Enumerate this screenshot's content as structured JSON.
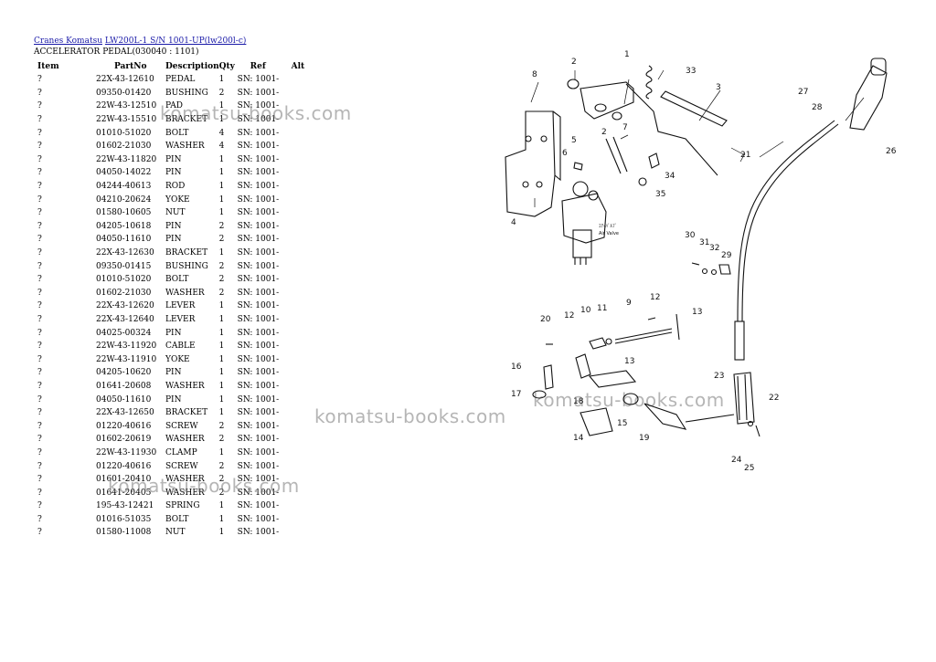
{
  "breadcrumb": {
    "links": [
      "Cranes Komatsu",
      "LW200L-1 S/N 1001-UP(lw200l-c)"
    ]
  },
  "subtitle": "ACCELERATOR PEDAL(030040 : 1101)",
  "table": {
    "headers": [
      "Item",
      "PartNo",
      "Description",
      "Qty",
      "Ref",
      "Alt"
    ],
    "rows": [
      [
        "?",
        "22X-43-12610",
        "PEDAL",
        "1",
        "SN: 1001-",
        ""
      ],
      [
        "?",
        "09350-01420",
        "BUSHING",
        "2",
        "SN: 1001-",
        ""
      ],
      [
        "?",
        "22W-43-12510",
        "PAD",
        "1",
        "SN: 1001-",
        ""
      ],
      [
        "?",
        "22W-43-15510",
        "BRACKET",
        "1",
        "SN: 1001-",
        ""
      ],
      [
        "?",
        "01010-51020",
        "BOLT",
        "4",
        "SN: 1001-",
        ""
      ],
      [
        "?",
        "01602-21030",
        "WASHER",
        "4",
        "SN: 1001-",
        ""
      ],
      [
        "?",
        "22W-43-11820",
        "PIN",
        "1",
        "SN: 1001-",
        ""
      ],
      [
        "?",
        "04050-14022",
        "PIN",
        "1",
        "SN: 1001-",
        ""
      ],
      [
        "?",
        "04244-40613",
        "ROD",
        "1",
        "SN: 1001-",
        ""
      ],
      [
        "?",
        "04210-20624",
        "YOKE",
        "1",
        "SN: 1001-",
        ""
      ],
      [
        "?",
        "01580-10605",
        "NUT",
        "1",
        "SN: 1001-",
        ""
      ],
      [
        "?",
        "04205-10618",
        "PIN",
        "2",
        "SN: 1001-",
        ""
      ],
      [
        "?",
        "04050-11610",
        "PIN",
        "2",
        "SN: 1001-",
        ""
      ],
      [
        "?",
        "22X-43-12630",
        "BRACKET",
        "1",
        "SN: 1001-",
        ""
      ],
      [
        "?",
        "09350-01415",
        "BUSHING",
        "2",
        "SN: 1001-",
        ""
      ],
      [
        "?",
        "01010-51020",
        "BOLT",
        "2",
        "SN: 1001-",
        ""
      ],
      [
        "?",
        "01602-21030",
        "WASHER",
        "2",
        "SN: 1001-",
        ""
      ],
      [
        "?",
        "22X-43-12620",
        "LEVER",
        "1",
        "SN: 1001-",
        ""
      ],
      [
        "?",
        "22X-43-12640",
        "LEVER",
        "1",
        "SN: 1001-",
        ""
      ],
      [
        "?",
        "04025-00324",
        "PIN",
        "1",
        "SN: 1001-",
        ""
      ],
      [
        "?",
        "22W-43-11920",
        "CABLE",
        "1",
        "SN: 1001-",
        ""
      ],
      [
        "?",
        "22W-43-11910",
        "YOKE",
        "1",
        "SN: 1001-",
        ""
      ],
      [
        "?",
        "04205-10620",
        "PIN",
        "1",
        "SN: 1001-",
        ""
      ],
      [
        "?",
        "01641-20608",
        "WASHER",
        "1",
        "SN: 1001-",
        ""
      ],
      [
        "?",
        "04050-11610",
        "PIN",
        "1",
        "SN: 1001-",
        ""
      ],
      [
        "?",
        "22X-43-12650",
        "BRACKET",
        "1",
        "SN: 1001-",
        ""
      ],
      [
        "?",
        "01220-40616",
        "SCREW",
        "2",
        "SN: 1001-",
        ""
      ],
      [
        "?",
        "01602-20619",
        "WASHER",
        "2",
        "SN: 1001-",
        ""
      ],
      [
        "?",
        "22W-43-11930",
        "CLAMP",
        "1",
        "SN: 1001-",
        ""
      ],
      [
        "?",
        "01220-40616",
        "SCREW",
        "2",
        "SN: 1001-",
        ""
      ],
      [
        "?",
        "01601-20410",
        "WASHER",
        "2",
        "SN: 1001-",
        ""
      ],
      [
        "?",
        "01641-20405",
        "WASHER",
        "2",
        "SN: 1001-",
        ""
      ],
      [
        "?",
        "195-43-12421",
        "SPRING",
        "1",
        "SN: 1001-",
        ""
      ],
      [
        "?",
        "01016-51035",
        "BOLT",
        "1",
        "SN: 1001-",
        ""
      ],
      [
        "?",
        "01580-11008",
        "NUT",
        "1",
        "SN: 1001-",
        ""
      ]
    ]
  },
  "watermarks": [
    "komatsu-books.com",
    "komatsu-books.com",
    "komatsu-books.com",
    "komatsu-books.com"
  ],
  "diagram": {
    "callouts": [
      "1",
      "2",
      "2",
      "3",
      "4",
      "5",
      "6",
      "7",
      "8",
      "9",
      "10",
      "11",
      "12",
      "12",
      "13",
      "13",
      "14",
      "15",
      "16",
      "17",
      "18",
      "19",
      "20",
      "21",
      "22",
      "23",
      "24",
      "25",
      "26",
      "27",
      "28",
      "29",
      "30",
      "31",
      "32",
      "33",
      "34",
      "35"
    ],
    "valve_label": "Air Valve"
  }
}
